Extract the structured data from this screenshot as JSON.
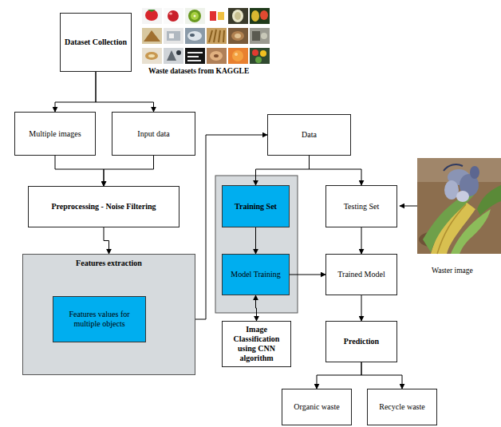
{
  "diagram": {
    "nodes": [
      {
        "text": [
          "Dataset Collection"
        ]
      },
      {
        "text": [
          "Multiple images"
        ]
      },
      {
        "text": [
          "Input data"
        ]
      },
      {
        "text": [
          "Preprocessing - Noise Filtering"
        ]
      },
      {
        "text": [
          "Features extraction"
        ]
      },
      {
        "text": [
          "Features values for multiple objects"
        ],
        "in": 4
      },
      {
        "text": [
          "Data"
        ]
      },
      {
        "text": [
          "Training Set"
        ]
      },
      {
        "text": [
          "Testing Set"
        ]
      },
      {
        "text": [
          "Model Training"
        ]
      },
      {
        "text": [
          "Trained Model"
        ]
      },
      {
        "text": [
          "Image Classification using CNN algorithm"
        ]
      },
      {
        "text": [
          "Prediction"
        ]
      },
      {
        "text": [
          "Organic waste"
        ]
      },
      {
        "text": [
          "Recycle waste"
        ]
      }
    ],
    "edges": [
      {
        "from": 0,
        "to": 1,
        "arrow": "to"
      },
      {
        "from": 0,
        "to": 2,
        "arrow": "to"
      },
      {
        "from": 1,
        "to": 3,
        "arrow": "to"
      },
      {
        "from": 2,
        "to": 3,
        "arrow": "to"
      },
      {
        "from": 3,
        "to": 4,
        "arrow": "to"
      },
      {
        "from": 5,
        "to": 6,
        "arrow": "to"
      },
      {
        "from": 6,
        "to": 7,
        "arrow": "to"
      },
      {
        "from": 6,
        "to": 8,
        "arrow": "to"
      },
      {
        "from": 7,
        "to": 9,
        "arrow": "to"
      },
      {
        "from": 9,
        "to": 11,
        "arrow": "both"
      },
      {
        "from": 9,
        "to": 10,
        "arrow": "to"
      },
      {
        "from": 8,
        "to": 10,
        "arrow": "to"
      },
      {
        "from": 10,
        "to": 12,
        "arrow": "to"
      },
      {
        "from": 12,
        "to": 13,
        "arrow": "to"
      },
      {
        "from": 12,
        "to": 14,
        "arrow": "to"
      }
    ],
    "labels": [
      "Waste datasets from KAGGLE",
      "Waster image"
    ]
  }
}
